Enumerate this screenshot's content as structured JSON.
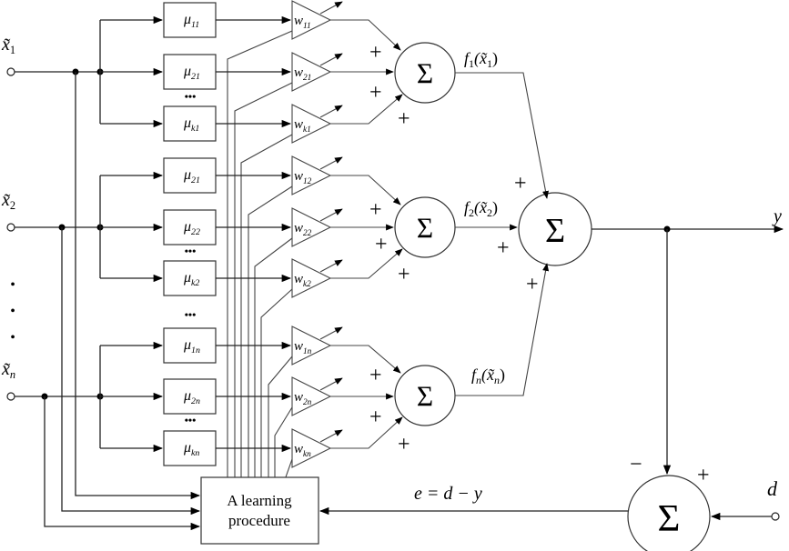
{
  "inputs": [
    {
      "main": "x̃",
      "sub": "1"
    },
    {
      "main": "x̃",
      "sub": "2"
    },
    {
      "main": "x̃",
      "sub": "n"
    }
  ],
  "membership": [
    {
      "main": "μ",
      "sub": "11"
    },
    {
      "main": "μ",
      "sub": "21"
    },
    {
      "main": "μ",
      "sub": "k1"
    },
    {
      "main": "μ",
      "sub": "21"
    },
    {
      "main": "μ",
      "sub": "22"
    },
    {
      "main": "μ",
      "sub": "k2"
    },
    {
      "main": "μ",
      "sub": "1n"
    },
    {
      "main": "μ",
      "sub": "2n"
    },
    {
      "main": "μ",
      "sub": "kn"
    }
  ],
  "weights": [
    {
      "main": "w",
      "sub": "11"
    },
    {
      "main": "w",
      "sub": "21"
    },
    {
      "main": "w",
      "sub": "k1"
    },
    {
      "main": "w",
      "sub": "12"
    },
    {
      "main": "w",
      "sub": "22"
    },
    {
      "main": "w",
      "sub": "k2"
    },
    {
      "main": "w",
      "sub": "1n"
    },
    {
      "main": "w",
      "sub": "2n"
    },
    {
      "main": "w",
      "sub": "kn"
    }
  ],
  "sum_symbol": "Σ",
  "plus": "+",
  "minus": "−",
  "ellipsis": "•••",
  "vdot": "•",
  "outputs": [
    {
      "main": "f",
      "sub": "1",
      "arg": "(x̃",
      "argsub": "1",
      "close": ")"
    },
    {
      "main": "f",
      "sub": "2",
      "arg": "(x̃",
      "argsub": "2",
      "close": ")"
    },
    {
      "main": "f",
      "sub": "n",
      "arg": "(x̃",
      "argsub": "n",
      "close": ")"
    }
  ],
  "output_label": "y",
  "desired_label": "d",
  "error_label": "e = d − y",
  "learning_box": [
    "A learning",
    "procedure"
  ]
}
